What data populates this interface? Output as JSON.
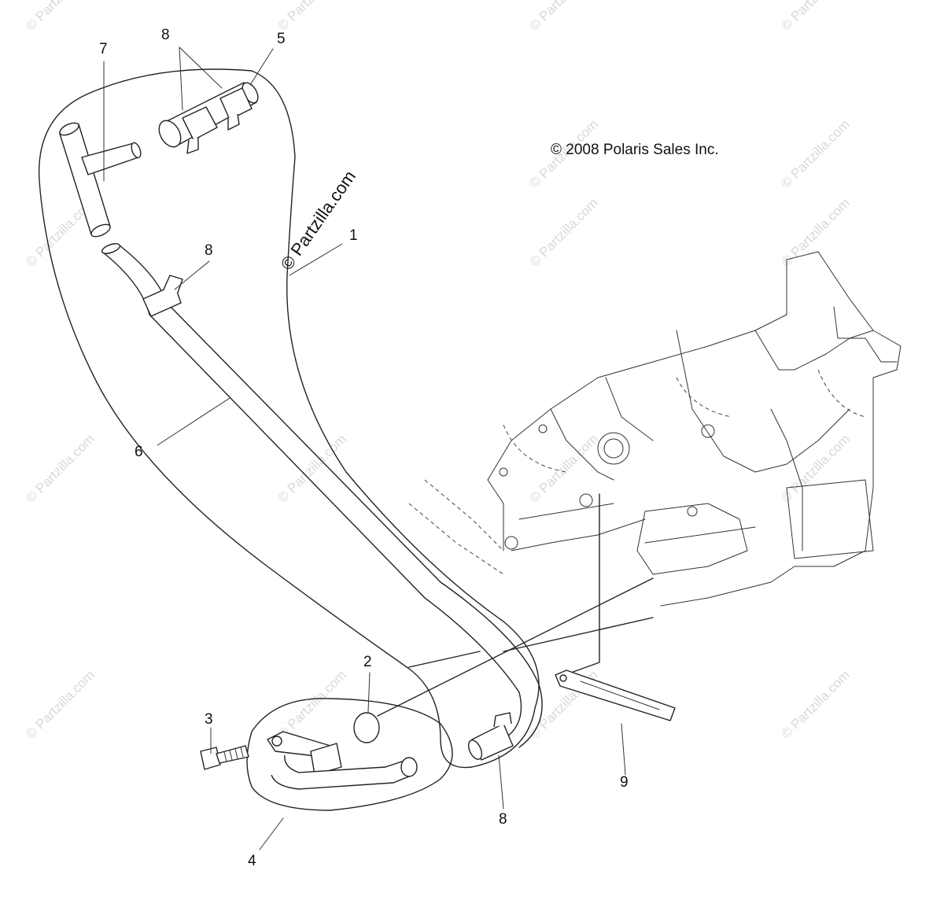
{
  "copyright_notice": "© 2008 Polaris Sales Inc.",
  "brand_stamp": "© Partzilla.com",
  "watermark_text": "© Partzilla.com",
  "callouts": [
    {
      "id": "callout-1",
      "label": "1"
    },
    {
      "id": "callout-2",
      "label": "2"
    },
    {
      "id": "callout-3",
      "label": "3"
    },
    {
      "id": "callout-4",
      "label": "4"
    },
    {
      "id": "callout-5",
      "label": "5"
    },
    {
      "id": "callout-6",
      "label": "6"
    },
    {
      "id": "callout-7",
      "label": "7"
    },
    {
      "id": "callout-8a",
      "label": "8"
    },
    {
      "id": "callout-8b",
      "label": "8"
    },
    {
      "id": "callout-8c",
      "label": "8"
    },
    {
      "id": "callout-9",
      "label": "9"
    }
  ],
  "colors": {
    "line": "#222222",
    "watermark": "#d9d9d9",
    "background": "#ffffff"
  }
}
